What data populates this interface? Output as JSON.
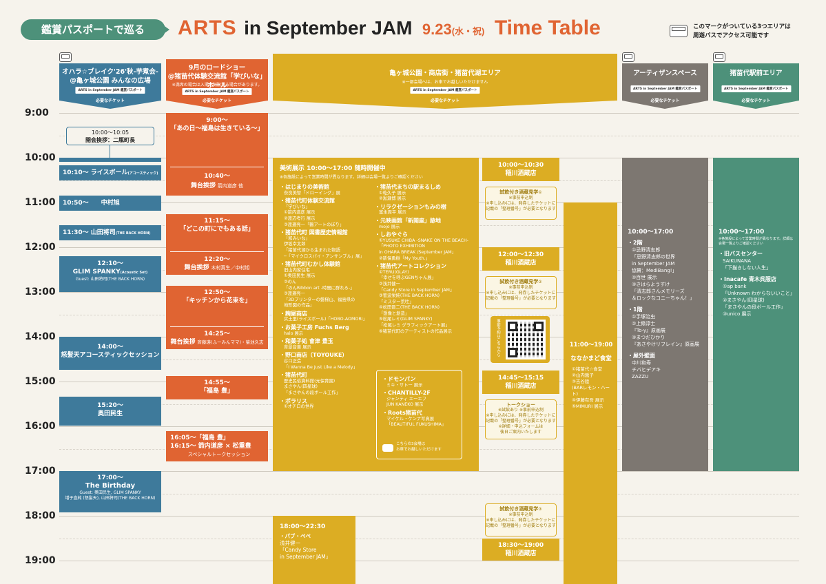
{
  "header": {
    "pill": "鑑賞パスポートで巡る",
    "arts": "ARTS",
    "rest": "in September JAM",
    "date": "9.23",
    "dow": "(水・祝)",
    "tt": "Time Table",
    "note1": "このマークがついている3つエリアは",
    "note2": "周遊バスでアクセス可能です"
  },
  "times": [
    "9:00",
    "10:00",
    "11:00",
    "12:00",
    "13:00",
    "14:00",
    "15:00",
    "16:00",
    "17:00",
    "18:00",
    "19:00"
  ],
  "ticket_label": "必要なチケット",
  "col1": {
    "title1": "オハラ☆ブレイク'26'秋-芋煮会-",
    "title2": "@亀ヶ城公園 みんなの広場",
    "ticket": "ARTS in September JAM 鑑賞パスポート",
    "opening_time": "10:00～10:05",
    "opening": "開会挨拶：二瓶町長",
    "e1": "10:10～ ライスボール",
    "e1s": "(アコースティック)",
    "e2": "10:50～　　中村旭",
    "e3": "11:30～ 山田将司",
    "e3s": "(THE BACK HORN)",
    "e4t": "12:10～",
    "e4": "GLIM SPANKY",
    "e4s": "(Acoustic Set)",
    "e4g": "Guest: 山田将司(THE BACK HORN)",
    "e5t": "14:00～",
    "e5": "怒髪天アコースティックセッション",
    "e6t": "15:20～",
    "e6": "奥田民生",
    "e7t": "17:00～",
    "e7": "The Birthday",
    "e7g1": "Guest: 奥田民生, GLIM SPANKY",
    "e7g2": "増子直純 (怒髪天), 山田将司(THE BACK HORN)"
  },
  "col2": {
    "title1": "9月のロードショー",
    "title2": "@猪苗代体験交流館「学びいな」ホール",
    "note": "※満席の場合は入場を制限する場合があります。",
    "ticket": "ARTS in September JAM 鑑賞パスポート",
    "f1t": "9:00～",
    "f1": "「あの日～福島は生きている～」",
    "f1at": "10:40～",
    "f1a": "舞台挨拶",
    "f1as": "箭内道彦 他",
    "f2t": "11:15～",
    "f2": "「どこの町にでもある話」",
    "f2at": "12:20～",
    "f2a": "舞台挨拶",
    "f2as": "木村真生／中村旭",
    "f3t": "12:50～",
    "f3": "「キッチンから花束を」",
    "f3at": "14:25～",
    "f3a": "舞台挨拶",
    "f3as": "斉藤瑛(ふーみんママ)・菊池久志",
    "f4t": "14:55～",
    "f4": "「福島 豊」",
    "f5a": "16:05～「福島 豊」",
    "f5b": "16:15～ 箭内道彦 × 松重豊",
    "f5c": "スペシャルトークセッション"
  },
  "col3": {
    "title": "亀ヶ城公園・商店街・猪苗代湖エリア",
    "note": "※一部会場へは、お車でお越しいただけません",
    "ticket": "ARTS in September JAM 鑑賞パスポート",
    "exhibit": "美術展示 10:00～17:00 随時開催中",
    "exhibit_note": "※各施設によって営業時間が異なります。詳細は会場一覧よりご確認ください",
    "left": [
      "・はじまりの美術館",
      "奈良美智「ドローイング」展",
      "・猪苗代町体験交流館",
      "「学びいな」",
      "①箭内道彦 展示",
      "②渡辺考行 展示",
      "③渡邉亮一「鶴アートのぼり」",
      "・猪苗代町 図書歴史情報館",
      "「和みいな」",
      "伊坂幸太郎",
      "「猪苗代湖から生まれた物語",
      "─「マイクロスパイ・アンサンブル」展」",
      "・猪苗代町むかし体験館",
      "旧山内家住宅",
      "①奥田民生 展示",
      "②のん",
      "「のんRibbon art -時間に群れる-」",
      "③渡邉亮一",
      "「3Dプリンターの磐梯山、福島県の",
      "地形図の作品」",
      "・麹屋商店",
      "实土里(ライスボール)「HOBO-AOMORI」",
      "・お菓子工房 Fuchs Berg",
      "halo 展示",
      "・和菓子処 會津 豊玉",
      "背景音楽 展示",
      "・野口商店（TOYOUKE）",
      "谷口正造",
      "「I Wanna Be Just Like a Melody」",
      "・猪苗代町",
      "歴史民俗資料館(元保育園)",
      "まさやん(四星球)",
      "「まさやんの段ボール工作」",
      "・ポラリス",
      "①オチロの世界"
    ],
    "right": [
      "・猪苗代まちの駅まるしめ",
      "①乾久子 展示",
      "②黒瀬博 展示",
      "・リラクゼーションもみの樹",
      "富永周平 展示",
      "・元映画館「新開座」跡地",
      "mojo 展示",
      "・しおやぐら",
      "①YUSUKE CHIBA -SNAKE ON THE BEACH-",
      "「PHOTO EXHIBITION",
      "in OHARA BREAK /September JAM」",
      "②新保勇樹「My Youth.」",
      "・猪苗代アートコレクション",
      "①TERU(GLAY)",
      "「幸せを呼ぶGENちゃん展」",
      "②浅井健一",
      "「Candy Store in September JAM」",
      "③菅波栄純(THE BACK HORN)",
      "「ミスター荒吐」",
      "④松田晋二(THE BACK HORN)",
      "「想像と創造」",
      "⑤松尾レミ(GLIM SPANKY)",
      "「松尾レミ グラフィックアート展」",
      "⑥猪苗代町のアーティストの作品展示"
    ],
    "box": [
      "・ドモンパン",
      "ミキ・サトー 展示",
      "・CHANTILLY-2F",
      "ジャンティ エーエフ",
      "JUN KANEKO 展示",
      "・Roots猪苗代",
      "マイケル・ケンナ写真展",
      "「BEAUTIFUL FUKUSHIMA」"
    ],
    "box_note1": "こちらの3会場は",
    "box_note2": "お車でお越しいただけます",
    "eve_t": "18:00～22:30",
    "eve1": "・パブ・ペペ",
    "eve2": "浅井健一",
    "eve3": "「Candy Store",
    "eve4": "in September JAM」"
  },
  "col4": {
    "s1t": "10:00～10:30",
    "s1": "稲川酒蔵店",
    "sake": "試飲付き酒蔵見学",
    "sake_n1": "※事前申込制",
    "sake_n2": "※申し込みには、発券したチケットに",
    "sake_n3": "記載の「整理番号」が必要となります",
    "c1": "①",
    "c2": "②",
    "c3": "③",
    "s2t": "12:00～12:30",
    "s2": "稲川酒蔵店",
    "qr": "事前予約はこちらから",
    "s3t": "14:45～15:15",
    "s3": "稲川酒蔵店",
    "talk": "トークショー",
    "talk_n": [
      "※試飲あり ※事前申込制",
      "※申し込みには、発券したチケットに",
      "記載の「整理番号」が必要となります",
      "※詳細・申込フォームは",
      "後日ご案内いたします"
    ],
    "s4t": "18:30～19:00",
    "s4": "稲川酒蔵店"
  },
  "col5": {
    "t": "11:00～19:00",
    "name": "ななかまど食堂",
    "items": [
      "①猪苗代☆食堂",
      "②山内醤子",
      "③吉谷陸",
      "(BARレモン・ハート)",
      "④伊藤有吾 展示",
      "⑤MIMURI 展示"
    ]
  },
  "col6": {
    "title": "アーティザンスペース",
    "ticket": "ARTS in September JAM 鑑賞パスポート",
    "t": "10:00～17:00",
    "items": [
      "・2階",
      "①忌野清志郎",
      "「忌野清志郎の世界",
      "in September JAM",
      "協賛：MediBang!」",
      "②百世 展示",
      "③きはらようすけ",
      "「清志郎さんメモリーズ",
      "＆ロックなコニーちゃん！」",
      "",
      "・1階",
      "①手塚治虫",
      "②上條淳士",
      "『To-y』原画展",
      "③まつだひかり",
      "『あさやけリフレイン』原画展",
      "",
      "・屋外壁面",
      "中川和寿",
      "チバヒデアキ",
      "ZAZZU"
    ]
  },
  "col7": {
    "title": "猪苗代駅前エリア",
    "ticket": "ARTS in September JAM 鑑賞パスポート",
    "t": "10:00～17:00",
    "note": "※各施設によって営業時間が異なります。詳細は会場一覧よりご確認ください",
    "items": [
      "・旧バスセンター",
      "SAIKUNANA",
      "「下描きしない人生」",
      "",
      "・Inacafe 青木呉服店",
      "①ap bank",
      "「Unknown わからないいこと」",
      "②まさやん(四星球)",
      "「まさやんの段ボール工作」",
      "③unico 展示"
    ]
  },
  "colors": {
    "blue": "#3e7a9b",
    "orange": "#e06432",
    "yellow": "#dcad23",
    "gray": "#7d7771",
    "green": "#4d917a"
  }
}
